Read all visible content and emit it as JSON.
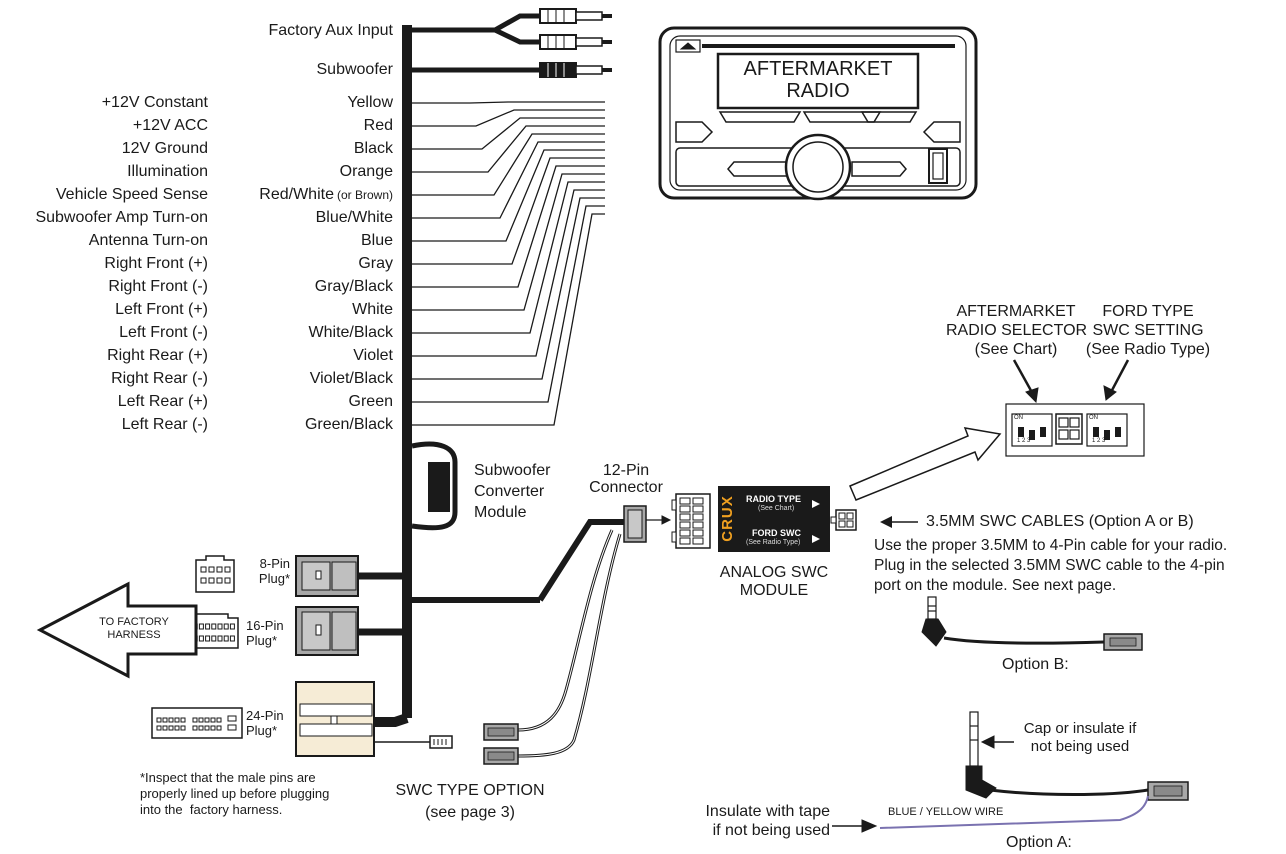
{
  "top_inputs": {
    "factory_aux": "Factory Aux Input",
    "subwoofer": "Subwoofer"
  },
  "wires": [
    {
      "function": "+12V Constant",
      "color": "Yellow",
      "note": ""
    },
    {
      "function": "+12V ACC",
      "color": "Red",
      "note": ""
    },
    {
      "function": "12V Ground",
      "color": "Black",
      "note": ""
    },
    {
      "function": "Illumination",
      "color": "Orange",
      "note": ""
    },
    {
      "function": "Vehicle Speed Sense",
      "color": "Red/White",
      "note": "(or Brown)"
    },
    {
      "function": "Subwoofer Amp Turn-on",
      "color": "Blue/White",
      "note": ""
    },
    {
      "function": "Antenna Turn-on",
      "color": "Blue",
      "note": ""
    },
    {
      "function": "Right Front (+)",
      "color": "Gray",
      "note": ""
    },
    {
      "function": "Right Front (-)",
      "color": "Gray/Black",
      "note": ""
    },
    {
      "function": "Left Front (+)",
      "color": "White",
      "note": ""
    },
    {
      "function": "Left Front (-)",
      "color": "White/Black",
      "note": ""
    },
    {
      "function": "Right Rear (+)",
      "color": "Violet",
      "note": ""
    },
    {
      "function": "Right Rear (-)",
      "color": "Violet/Black",
      "note": ""
    },
    {
      "function": "Left Rear (+)",
      "color": "Green",
      "note": ""
    },
    {
      "function": "Left Rear (-)",
      "color": "Green/Black",
      "note": ""
    }
  ],
  "radio": {
    "line1": "AFTERMARKET",
    "line2": "RADIO"
  },
  "sub_converter": "Subwoofer\nConverter\nModule",
  "plugs": {
    "pin8": "8-Pin\nPlug*",
    "pin16": "16-Pin\nPlug*",
    "pin24": "24-Pin\nPlug*"
  },
  "factory_harness": "TO FACTORY\nHARNESS",
  "inspect_note": "*Inspect that the male pins are\nproperly lined up before plugging\ninto the  factory harness.",
  "swc_type_option": "SWC TYPE OPTION\n(see page 3)",
  "connector_12pin": "12-Pin\nConnector",
  "module": {
    "brand": "CRUX",
    "radio_type": "RADIO TYPE",
    "radio_type_sub": "(See Chart)",
    "ford_swc": "FORD SWC",
    "ford_swc_sub": "(See Radio Type)",
    "caption": "ANALOG SWC\nMODULE"
  },
  "selector": {
    "left_label": "AFTERMARKET\nRADIO SELECTOR\n(See Chart)",
    "right_label": "FORD TYPE\nSWC SETTING\n(See Radio Type)",
    "on": "ON",
    "nums": "1 2 3"
  },
  "cables": {
    "heading": "3.5MM SWC CABLES (Option A or B)",
    "body": "Use the proper 3.5MM to 4-Pin cable for your radio.\nPlug in the selected 3.5MM SWC cable to the 4-pin\nport on the module. See next page."
  },
  "option_b": "Option B:",
  "option_a": "Option A:",
  "cap_note": "Cap or insulate if\nnot being used",
  "insulate_note": "Insulate with tape\nif not being used",
  "blue_yellow_wire": "BLUE / YELLOW  WIRE",
  "colors": {
    "ink": "#1a1a1a",
    "crux_orange": "#f0a020",
    "blue_yellow_wire": "#7a72b0",
    "plug_gray": "#a8a8a8",
    "connector_cream": "#f6ecd6"
  }
}
